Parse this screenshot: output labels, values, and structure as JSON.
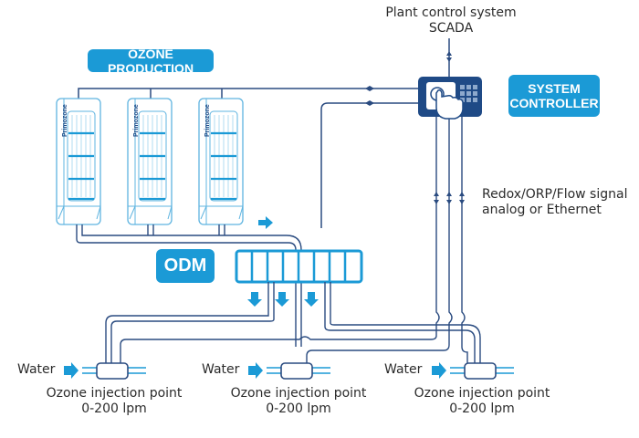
{
  "labels": {
    "plant_control_line1": "Plant control system",
    "plant_control_line2": "SCADA",
    "ozone_production": "OZONE PRODUCTION",
    "system_controller_line1": "SYSTEM",
    "system_controller_line2": "CONTROLLER",
    "odm": "ODM",
    "signal_line1": "Redox/ORP/Flow signal",
    "signal_line2": "analog or Ethernet",
    "generator_brand": "Primozone"
  },
  "injection_points": [
    {
      "water_label": "Water",
      "title": "Ozone injection point",
      "flow": "0-200 lpm"
    },
    {
      "water_label": "Water",
      "title": "Ozone injection point",
      "flow": "0-200 lpm"
    },
    {
      "water_label": "Water",
      "title": "Ozone injection point",
      "flow": "0-200 lpm"
    }
  ],
  "colors": {
    "accent": "#1b9ad6",
    "line": "#2a4b80",
    "generator": "#5fb4e0",
    "controller": "#1f4a86"
  }
}
